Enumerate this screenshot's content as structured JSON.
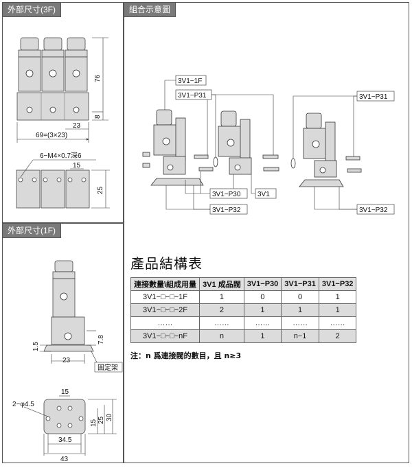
{
  "sections": {
    "ext3f": "外部尺寸(3F)",
    "assembly": "組合示意圖",
    "ext1f": "外部尺寸(1F)"
  },
  "dims3f": {
    "height": "76",
    "width": "69=(3×23)",
    "pitch": "23",
    "base": "8",
    "thread": "6−M4×0.7深6",
    "hole_pitch": "15",
    "depth": "25"
  },
  "dims1f": {
    "h1": "1.5",
    "h2": "7.8",
    "width": "23",
    "bracket": "固定架",
    "holes": "2−φ4.5",
    "hp": "15",
    "d1": "15",
    "d2": "25",
    "d3": "30",
    "w1": "34.5",
    "w2": "43"
  },
  "assembly_labels": {
    "f1": "3V1−1F",
    "p31a": "3V1−P31",
    "p31b": "3V1−P31",
    "p30": "3V1−P30",
    "v": "3V1",
    "p32a": "3V1−P32",
    "p32b": "3V1−P32"
  },
  "product": {
    "title": "產品結構表",
    "headers": [
      "連接數量\\組成用量",
      "3V1 成品閥",
      "3V1−P30",
      "3V1−P31",
      "3V1−P32"
    ],
    "rows": [
      [
        "3V1−□−□−1F",
        "1",
        "0",
        "0",
        "1"
      ],
      [
        "3V1−□−□−2F",
        "2",
        "1",
        "1",
        "1"
      ],
      [
        "……",
        "……",
        "……",
        "……",
        "……"
      ],
      [
        "3V1−□−□−nF",
        "n",
        "1",
        "n−1",
        "2"
      ]
    ],
    "note": "注：n 爲連接閥的數目，且 n≥3"
  }
}
